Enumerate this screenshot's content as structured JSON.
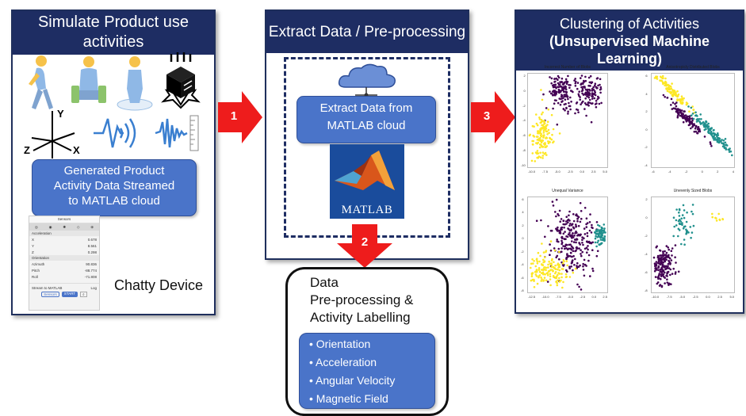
{
  "panels": {
    "simulate": {
      "title_line1": "Simulate Product use",
      "title_line2": "activities",
      "stream_box": [
        "Generated Product",
        "Activity Data  Streamed",
        "to MATLAB cloud"
      ],
      "device_label": "Chatty Device",
      "axes": {
        "y": "Y",
        "z": "Z",
        "x": "X"
      }
    },
    "extract": {
      "title": "Extract Data / Pre-processing",
      "cloud_box": [
        "Extract Data from",
        "MATLAB cloud"
      ],
      "logo_text": "MATLAB"
    },
    "cluster": {
      "title_line1": "Clustering of Activities",
      "title_line2": "(Unsupervised Machine Learning)",
      "plots": [
        {
          "title": "Incorrect Number of Blobs",
          "xticks": [
            "-10.0",
            "-7.5",
            "-5.0",
            "-2.5",
            "0.0",
            "2.5",
            "5.0"
          ],
          "yticks": [
            "2",
            "0",
            "-2",
            "-4",
            "-6",
            "-8",
            "-10"
          ]
        },
        {
          "title": "Anisotropicly Distributed Blobs",
          "xticks": [
            "-6",
            "-4",
            "-2",
            "0",
            "2",
            "4"
          ],
          "yticks": [
            "6",
            "4",
            "2",
            "0",
            "-2",
            "-4"
          ]
        },
        {
          "title": "Unequal Variance",
          "xticks": [
            "-12.5",
            "-10.0",
            "-7.5",
            "-5.0",
            "-2.5",
            "0.0",
            "2.5"
          ],
          "yticks": [
            "6",
            "4",
            "2",
            "0",
            "-2",
            "-4",
            "-6",
            "-8"
          ]
        },
        {
          "title": "Unevenly Sized Blobs",
          "xticks": [
            "-10.0",
            "-7.5",
            "-5.0",
            "-2.5",
            "0.0",
            "2.5",
            "5.0"
          ],
          "yticks": [
            "2",
            "0",
            "-2",
            "-4",
            "-6",
            "-8"
          ]
        }
      ]
    }
  },
  "arrows": {
    "a1": "1",
    "a2": "2",
    "a3": "3"
  },
  "preprocess": {
    "lines": [
      "Data",
      "Pre-processing &",
      "Activity Labelling"
    ],
    "items": [
      "Orientation",
      "Acceleration",
      "Angular Velocity",
      "Magnetic Field"
    ]
  },
  "phone": {
    "header": "Sensors",
    "section1": "Acceleration",
    "rows1": [
      {
        "k": "X",
        "v": "0.678"
      },
      {
        "k": "Y",
        "v": "8.561"
      },
      {
        "k": "Z",
        "v": "0.298"
      }
    ],
    "section2": "Orientation",
    "rows2": [
      {
        "k": "Azimuth",
        "v": "90.836"
      },
      {
        "k": "Pitch",
        "v": "-88.774"
      },
      {
        "k": "Roll",
        "v": "-71.808"
      }
    ],
    "stream_label": "Stream to MATLAB",
    "log_label": "Log",
    "sensors_btn": "Sensors",
    "start_btn": "START"
  },
  "colors": {
    "navy": "#1e2d63",
    "blue": "#4a74c9",
    "red": "#ee1c1c",
    "purple": "#440154",
    "teal": "#21908d",
    "yellow": "#fde725"
  }
}
